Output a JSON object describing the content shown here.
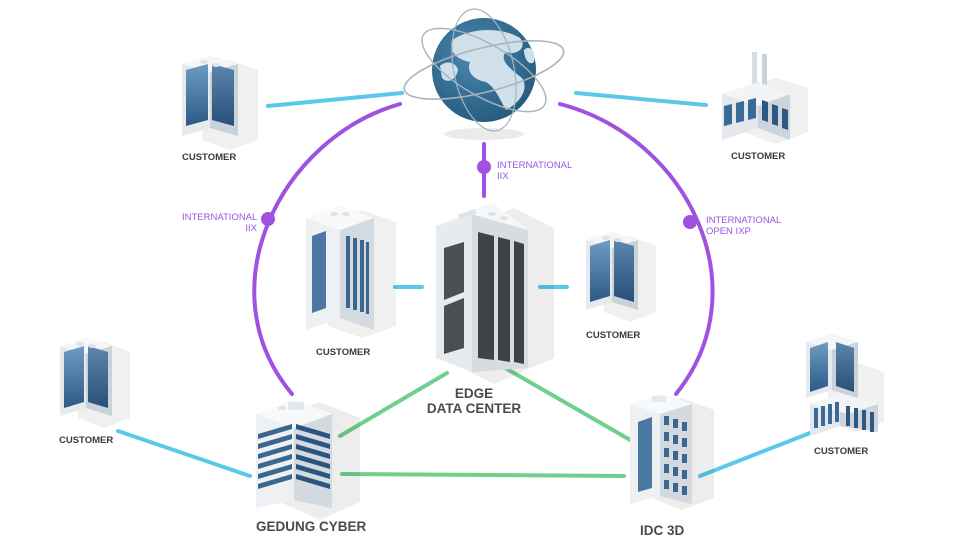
{
  "colors": {
    "purple": "#9f52e0",
    "cyan": "#5bc8ea",
    "green": "#6fcf8e",
    "ocean": "#2f6c93",
    "land": "#cfe0ea"
  },
  "labels": {
    "customer_top_left": "CUSTOMER",
    "customer_top_right": "CUSTOMER",
    "customer_mid_left": "CUSTOMER",
    "customer_mid_right": "CUSTOMER",
    "customer_bottom_left": "CUSTOMER",
    "customer_bottom_right": "CUSTOMER",
    "edge_line1": "EDGE",
    "edge_line2": "DATA CENTER",
    "gedung": "GEDUNG CYBER",
    "idc": "IDC 3D"
  },
  "links": {
    "center_line1": "INTERNATIONAL",
    "center_line2": "IIX",
    "left_line1": "INTERNATIONAL",
    "left_line2": "IIX",
    "right_line1": "INTERNATIONAL",
    "right_line2": "OPEN IXP"
  },
  "icons": {
    "globe": "globe-icon",
    "building": "office-building-icon",
    "factory": "factory-icon",
    "datacenter": "data-center-icon"
  }
}
